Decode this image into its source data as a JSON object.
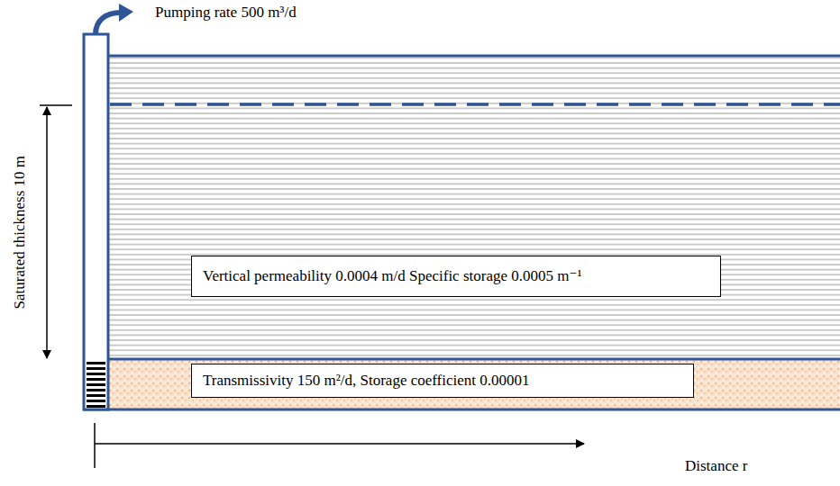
{
  "diagram": {
    "nodes": [
      {
        "text": [
          "Vertical permeability 0.0004 m/d Specific storage 0.0005 m⁻¹"
        ]
      },
      {
        "text": [
          "Transmissivity 150 m²/d, Storage coefficient 0.00001"
        ]
      }
    ],
    "labels": [
      "Pumping rate 500 m³/d",
      "Saturated thickness 10 m",
      "Distance r"
    ]
  }
}
